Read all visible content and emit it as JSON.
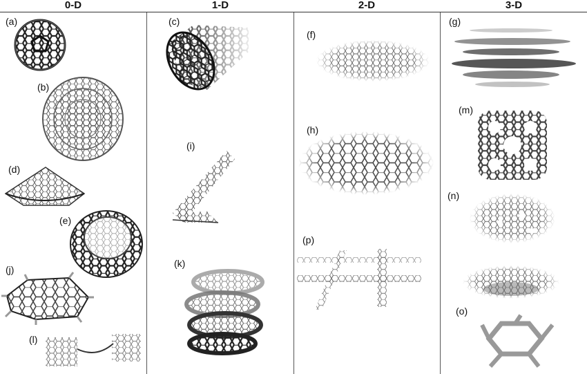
{
  "columns": [
    "0-D",
    "1-D",
    "2-D",
    "3-D"
  ],
  "panels": {
    "a": "(a)",
    "b": "(b)",
    "c": "(c)",
    "d": "(d)",
    "e": "(e)",
    "f": "(f)",
    "g": "(g)",
    "h": "(h)",
    "i": "(i)",
    "j": "(j)",
    "k": "(k)",
    "l": "(l)",
    "m": "(m)",
    "n": "(n)",
    "o": "(o)",
    "p": "(p)"
  },
  "colors": {
    "dark": "#2a2a2a",
    "mid": "#6e6e6e",
    "light": "#b5b5b5",
    "divider": "#555555"
  }
}
